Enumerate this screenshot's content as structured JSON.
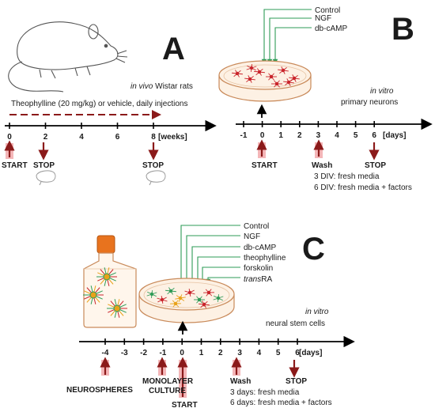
{
  "colors": {
    "red_arrow": "#8b1a1a",
    "green_line": "#2e9b57",
    "highlight": "#f4b6b8",
    "axis": "#000000",
    "dish_fill": "#fdf1e4",
    "dish_stroke": "#c98a5a",
    "bottle_orange": "#e8731e"
  },
  "panel_a": {
    "letter": "A",
    "model_italic": "in vivo",
    "model_rest": " Wistar rats",
    "injection": "Theophylline (20 mg/kg) or vehicle, daily injections",
    "ticks": [
      "0",
      "2",
      "4",
      "6",
      "8"
    ],
    "unit": "[weeks]",
    "start": "START",
    "stop1": "STOP",
    "stop2": "STOP"
  },
  "panel_b": {
    "letter": "B",
    "treatments": [
      "Control",
      "NGF",
      "db-cAMP"
    ],
    "model_italic": "in vitro",
    "model_line2": "primary neurons",
    "ticks": [
      "-1",
      "0",
      "1",
      "2",
      "3",
      "4",
      "5",
      "6"
    ],
    "unit": "[days]",
    "start": "START",
    "wash": "Wash",
    "stop": "STOP",
    "note1": "3 DIV: fresh media",
    "note2": "6 DIV: fresh media + factors"
  },
  "panel_c": {
    "letter": "C",
    "treatments": [
      "Control",
      "NGF",
      "db-cAMP",
      "theophylline",
      "forskolin",
      "RA"
    ],
    "trans_prefix": "trans",
    "model_italic": "in vitro",
    "model_line2": "neural stem cells",
    "ticks": [
      "-4",
      "-3",
      "-2",
      "-1",
      "0",
      "1",
      "2",
      "3",
      "4",
      "5",
      "6"
    ],
    "unit": "[days]",
    "neurospheres": "NEUROSPHERES",
    "monolayer1": "MONOLAYER",
    "monolayer2": "CULTURE",
    "start": "START",
    "wash": "Wash",
    "stop": "STOP",
    "note1": "3 days: fresh media",
    "note2": "6 days: fresh media + factors"
  }
}
